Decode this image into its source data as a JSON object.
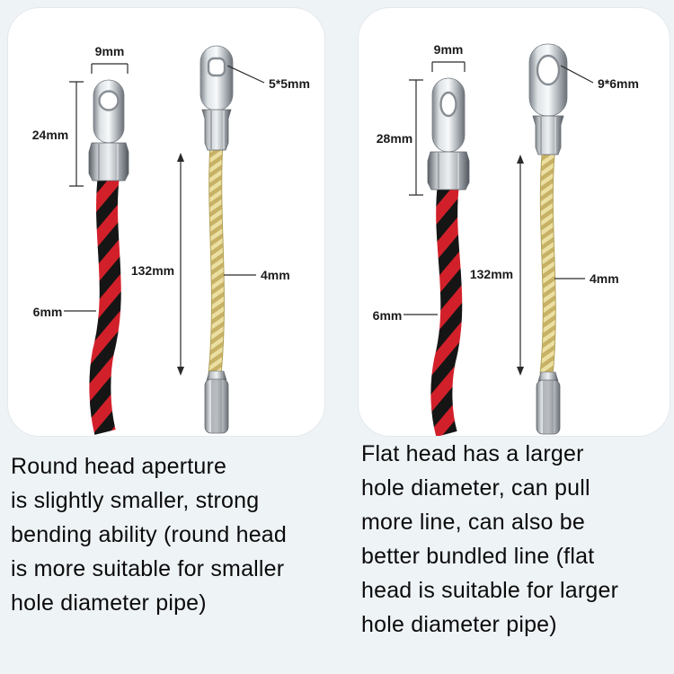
{
  "panels": {
    "left": {
      "dims": {
        "head_width": "9mm",
        "head_height": "24mm",
        "hole": "5*5mm",
        "length": "132mm",
        "cable_black": "6mm",
        "cable_yellow": "4mm"
      },
      "caption": "Round head aperture\nis slightly smaller, strong\nbending ability (round head\nis more suitable for smaller\nhole diameter pipe)"
    },
    "right": {
      "dims": {
        "head_width": "9mm",
        "head_height": "28mm",
        "hole": "9*6mm",
        "length": "132mm",
        "cable_black": "6mm",
        "cable_yellow": "4mm"
      },
      "caption": "Flat head has a larger\nhole diameter, can pull\nmore line, can also be\nbetter bundled line (flat\nhead is suitable for larger\nhole diameter pipe)"
    }
  },
  "colors": {
    "page_background": "#eef3f6",
    "panel_background": "#ffffff",
    "cable_red": "#d2202a",
    "cable_black": "#151515",
    "wire_yellow": "#ecdfa2",
    "metal_silver": "#c9ced2",
    "dimension_text": "#1c1c1c"
  }
}
